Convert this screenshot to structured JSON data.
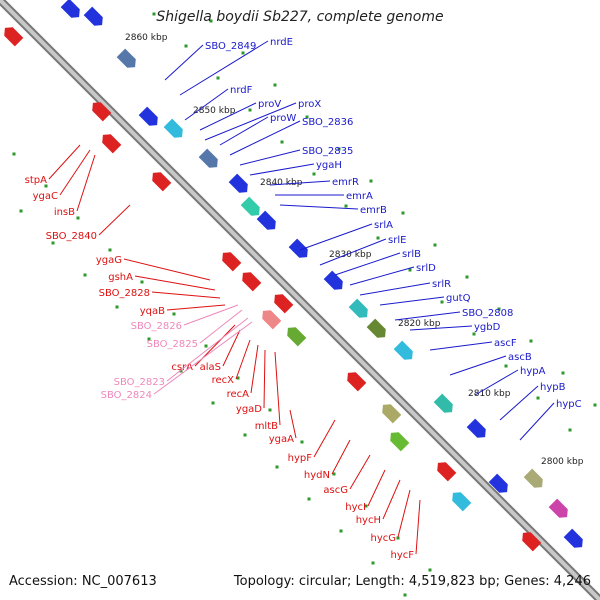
{
  "title": "Shigella boydii Sb227, complete genome",
  "footer": {
    "accession": "Accession: NC_007613",
    "topology": "Topology: circular; Length: 4,519,823 bp; Genes: 4,246"
  },
  "colors": {
    "forward_label": "#1a1acc",
    "reverse_label": "#dd1111",
    "pink_label": "#ee88bb",
    "backbone": "#9a9a9a",
    "tick": "#229922"
  },
  "ticks": [
    "2860 kbp",
    "2850 kbp",
    "2840 kbp",
    "2830 kbp",
    "2820 kbp",
    "2810 kbp",
    "2800 kbp"
  ],
  "forward_labels": [
    "SBO_2849",
    "nrdE",
    "nrdF",
    "proV",
    "proX",
    "proW",
    "SBO_2836",
    "SBO_2835",
    "ygaH",
    "emrR",
    "emrA",
    "emrB",
    "srlA",
    "srlE",
    "srlB",
    "srlD",
    "srlR",
    "gutQ",
    "SBO_2808",
    "ygbD",
    "ascF",
    "ascB",
    "hypA",
    "hypB",
    "hypC"
  ],
  "reverse_labels": [
    "stpA",
    "ygaC",
    "insB",
    "SBO_2840",
    "ygaG",
    "gshA",
    "SBO_2828",
    "yqaB",
    "csrA",
    "alaS",
    "recX",
    "recA",
    "ygaD",
    "mltB",
    "ygaA",
    "hypF",
    "hydN",
    "ascG",
    "hycI",
    "hycH",
    "hycG",
    "hycF"
  ],
  "pink_labels": [
    "SBO_2826",
    "SBO_2825",
    "SBO_2823",
    "SBO_2824"
  ]
}
